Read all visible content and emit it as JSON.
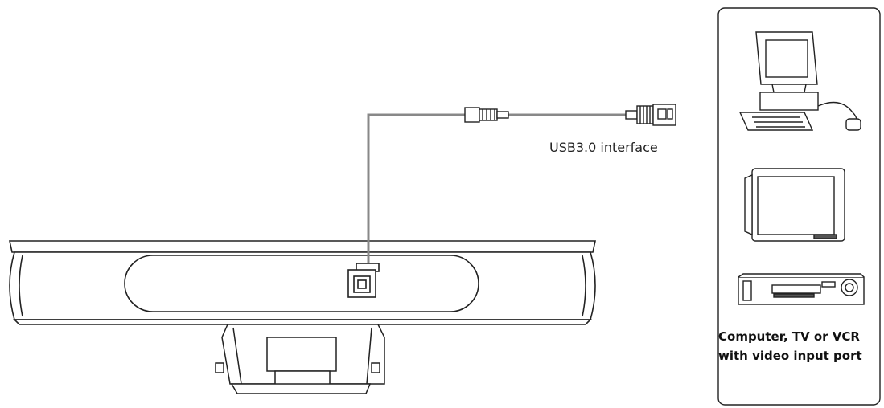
{
  "labels": {
    "usb_interface": "USB3.0 interface",
    "device_caption_line1": "Computer, TV or VCR",
    "device_caption_line2": "with video input port"
  },
  "icons": [
    "usb-b-port-icon",
    "usb-a-plug-icon",
    "desktop-computer-icon",
    "tv-monitor-icon",
    "vcr-icon"
  ],
  "colors": {
    "stroke": "#222222",
    "cable": "#888888",
    "background": "#ffffff"
  }
}
